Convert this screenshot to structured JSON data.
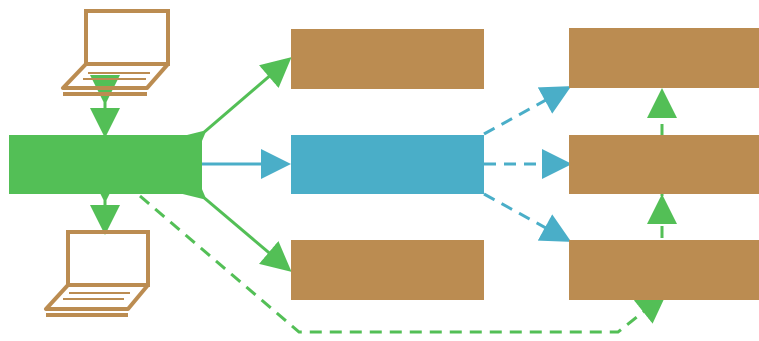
{
  "diagram": {
    "colors": {
      "background": "#ffffff",
      "hub": "#53bf56",
      "center": "#4aaec8",
      "node": "#bb8c51",
      "green_link": "#53bf56",
      "blue_link": "#4aaec8",
      "laptop": "#bb8c51"
    },
    "nodes": [
      {
        "id": "hub",
        "label": "",
        "kind": "hub"
      },
      {
        "id": "left-top",
        "label": "",
        "kind": "node"
      },
      {
        "id": "center",
        "label": "",
        "kind": "center"
      },
      {
        "id": "left-bottom",
        "label": "",
        "kind": "node"
      },
      {
        "id": "right-top",
        "label": "",
        "kind": "node"
      },
      {
        "id": "right-middle",
        "label": "",
        "kind": "node"
      },
      {
        "id": "right-bottom",
        "label": "",
        "kind": "node"
      },
      {
        "id": "laptop-top",
        "label": "",
        "kind": "laptop"
      },
      {
        "id": "laptop-bottom",
        "label": "",
        "kind": "laptop"
      }
    ],
    "edges": [
      {
        "from": "hub",
        "to": "left-top",
        "style": "solid",
        "color": "green",
        "bidirectional": true
      },
      {
        "from": "hub",
        "to": "center",
        "style": "solid",
        "color": "blue",
        "bidirectional": false
      },
      {
        "from": "hub",
        "to": "left-bottom",
        "style": "solid",
        "color": "green",
        "bidirectional": true
      },
      {
        "from": "hub",
        "to": "laptop-top",
        "style": "solid",
        "color": "green",
        "bidirectional": true
      },
      {
        "from": "hub",
        "to": "laptop-bottom",
        "style": "solid",
        "color": "green",
        "bidirectional": true
      },
      {
        "from": "center",
        "to": "right-top",
        "style": "dashed",
        "color": "blue",
        "bidirectional": false
      },
      {
        "from": "center",
        "to": "right-middle",
        "style": "dashed",
        "color": "blue",
        "bidirectional": false
      },
      {
        "from": "center",
        "to": "right-bottom",
        "style": "dashed",
        "color": "blue",
        "bidirectional": false
      },
      {
        "from": "hub",
        "to": "right-bottom",
        "style": "dashed",
        "color": "green",
        "bidirectional": false
      },
      {
        "from": "right-bottom",
        "to": "right-middle",
        "style": "dashed",
        "color": "green",
        "bidirectional": false
      },
      {
        "from": "right-middle",
        "to": "right-top",
        "style": "dashed",
        "color": "green",
        "bidirectional": false
      }
    ]
  }
}
